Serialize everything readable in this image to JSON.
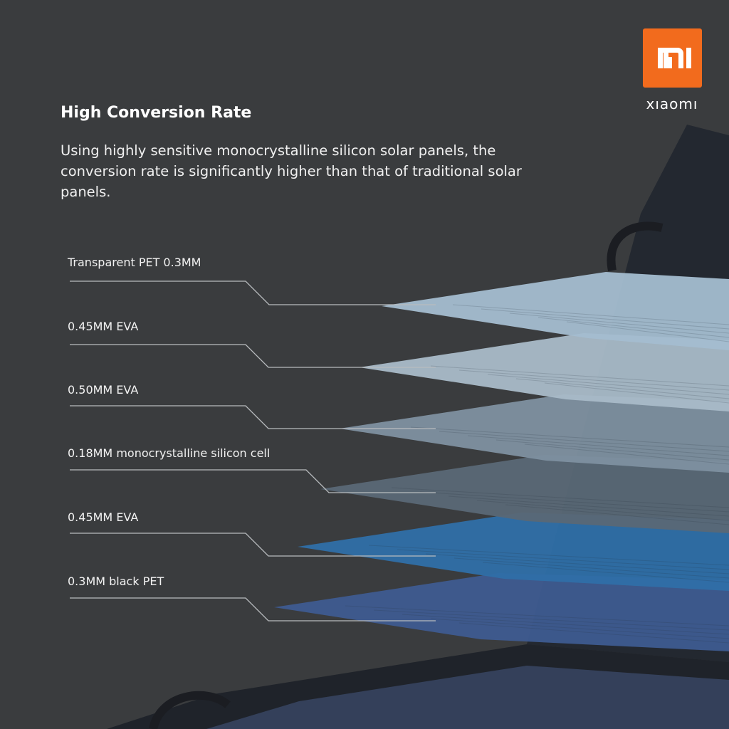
{
  "brand": {
    "logo_text": "mi",
    "name": "xıaomı",
    "logo_color": "#f26b1d"
  },
  "header": {
    "title": "High Conversion Rate",
    "description": "Using highly sensitive monocrystalline silicon solar panels, the conversion rate is significantly higher than that of traditional solar panels."
  },
  "layers": [
    {
      "label": "Transparent PET 0.3MM",
      "color": "#a4bdd0"
    },
    {
      "label": "0.45MM EVA",
      "color": "#a9bac8"
    },
    {
      "label": "0.50MM EVA",
      "color": "#7e90a0"
    },
    {
      "label": "0.18MM monocrystalline silicon cell",
      "color": "#5a6876"
    },
    {
      "label": "0.45MM EVA",
      "color": "#2f6fa8"
    },
    {
      "label": "0.3MM black PET",
      "color": "#3e5b90"
    }
  ]
}
